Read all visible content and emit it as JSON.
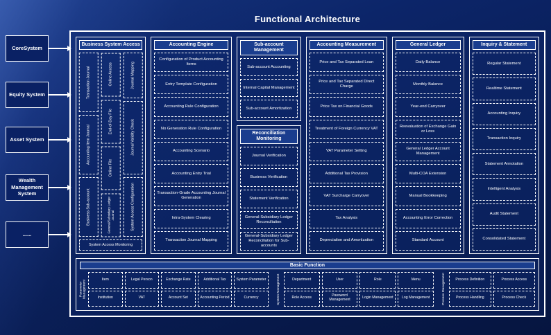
{
  "title": "Functional Architecture",
  "left_systems": [
    "CoreSystem",
    "Equity System",
    "Asset System",
    "Wealth Management System",
    "......"
  ],
  "business_system_access": {
    "title": "Business System Access",
    "col1": [
      "Transaction Journal",
      "Accounting Item Journal",
      "Business Sub-account"
    ],
    "col2": [
      "Online Access",
      "End-of-Day File",
      "Online File",
      "General/Subsidiary Ledger Journal"
    ],
    "col3": [
      "Journal Mapping",
      "Journal Validity Check",
      "System Access Configuration"
    ],
    "bottom": "System Access Monitoring"
  },
  "accounting_engine": {
    "title": "Accounting Engine",
    "items": [
      "Configuration of Product Accounting Items",
      "Entry Template Configuration",
      "Accounting Rule Configuration",
      "No Generation Rule Configuration",
      "Accounting Scenario",
      "Accounting Entry Trial",
      "Transaction-Grade Accounting Journal Generation",
      "Intra-System Clearing",
      "Transaction Journal Mapping"
    ]
  },
  "sub_account": {
    "title": "Sub-account Management",
    "items": [
      "Sub-account Accounting",
      "Internal Capital Management",
      "Sub-account Amortization"
    ]
  },
  "reconciliation": {
    "title": "Reconciliation Monitoring",
    "items": [
      "Journal Verification",
      "Business Verification",
      "Statement Verification",
      "General-Subsidiary Ledger Reconciliation",
      "General-Subsidiary Ledger Reconciliation for Sub-accounts"
    ]
  },
  "accounting_measurement": {
    "title": "Accounting Measurement",
    "items": [
      "Price and Tax Separated Loan",
      "Price and Tax Separated Direct Charge",
      "Price Tax on Financial Goods",
      "Treatment of Foreign Currency VAT",
      "VAT Parameter Setting",
      "Additional Tax Provision",
      "VAT Surcharge Carryover",
      "Tax Analysis",
      "Depreciation and Amortization"
    ]
  },
  "general_ledger": {
    "title": "General Ledger",
    "items": [
      "Daily Balance",
      "Monthly Balance",
      "Year-end Carryover",
      "Reevaluation of Exchange Gain or Loss",
      "General Ledger Account Management",
      "Multi-COA Extension",
      "Manual Bookkeeping",
      "Accounting Error Correction",
      "Standard Account"
    ]
  },
  "inquiry_statement": {
    "title": "Inquiry & Statement",
    "items": [
      "Regular Statement",
      "Realtime Statement",
      "Accounting Inquiry",
      "Transaction Inquiry",
      "Statement Annotation",
      "Intelligent Analysis",
      "Audit Statement",
      "Consolidated Statement"
    ]
  },
  "basic_function": {
    "title": "Basic Function",
    "groups": [
      {
        "label": "Parameter Management",
        "row1": [
          "Item",
          "Legal Person",
          "Exchange Rate",
          "Additional Tax",
          "System Parameter"
        ],
        "row2": [
          "Institution",
          "VAT",
          "Account Set",
          "Accounting Period",
          "Currency"
        ]
      },
      {
        "label": "System Management",
        "row1": [
          "Department",
          "User",
          "Role",
          "Menu"
        ],
        "row2": [
          "Role Access",
          "Password Management",
          "Login Management",
          "Log Management"
        ]
      },
      {
        "label": "Process Management",
        "row1": [
          "Process Definition",
          "Process Access"
        ],
        "row2": [
          "Process Handling",
          "Process Check"
        ]
      }
    ]
  },
  "colors": {
    "background": "#0a2063",
    "border": "#ffffff",
    "header_fill": "#1a3d8e"
  }
}
